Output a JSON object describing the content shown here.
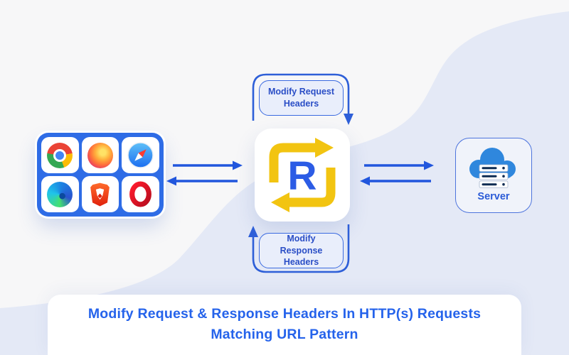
{
  "colors": {
    "base_bg": "#f7f7f8",
    "blob": "#e4e9f6",
    "card_blue": "#2e6ce6",
    "arrow_blue": "#2156dd",
    "connector_blue": "#2e5fd8",
    "label_fill": "#e9eefb",
    "label_border": "#3a6ae0",
    "label_text": "#2a4ec6",
    "logo_yellow": "#f2c411",
    "logo_blue": "#2c5ce5",
    "accent_blue": "#2563eb",
    "server_text": "#2b5bd7",
    "cloud_blue": "#2f87dd",
    "rack_dark": "#0d2b52"
  },
  "browsers_panel": {
    "icons": [
      "chrome-icon",
      "firefox-icon",
      "safari-icon",
      "edge-icon",
      "brave-icon",
      "opera-icon"
    ]
  },
  "flow": {
    "request_label": "Modify Request Headers",
    "response_label": "Modify Response Headers",
    "logo_letter": "R",
    "server_label": "Server"
  },
  "banner": {
    "line1": "Modify Request & Response Headers In HTTP(s) Requests",
    "line2": "Matching URL Pattern"
  }
}
